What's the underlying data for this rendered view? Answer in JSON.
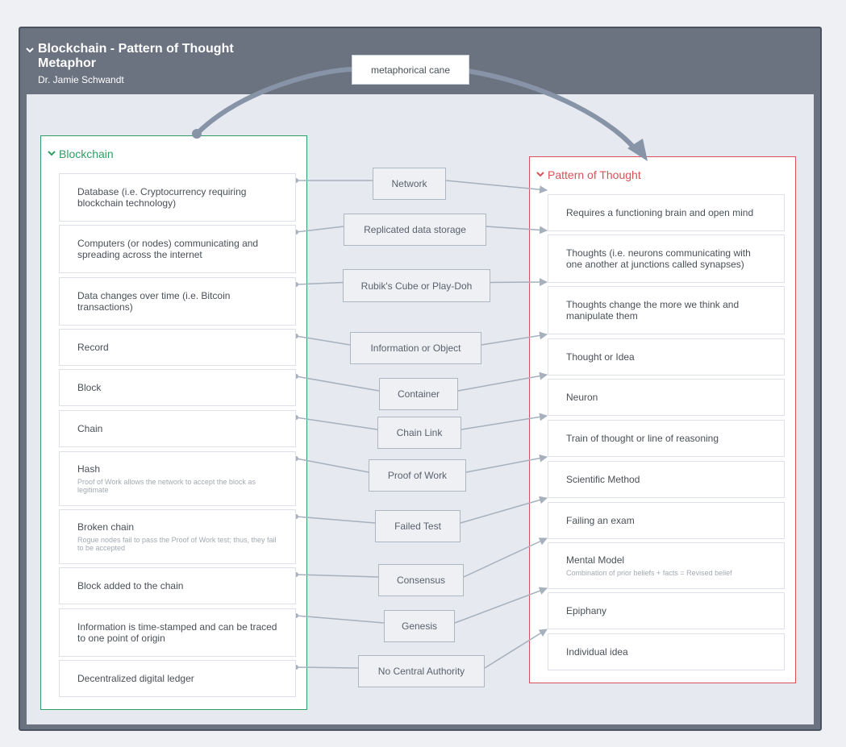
{
  "header": {
    "title": "Blockchain - Pattern of Thought Metaphor",
    "subtitle": "Dr. Jamie Schwandt"
  },
  "top_link": {
    "label": "metaphorical cane"
  },
  "left_group": {
    "title": "Blockchain",
    "items": [
      {
        "label": "Database (i.e. Cryptocurrency requiring blockchain technology)",
        "note": ""
      },
      {
        "label": "Computers (or nodes) communicating and spreading across the internet",
        "note": ""
      },
      {
        "label": "Data changes over time (i.e. Bitcoin transactions)",
        "note": ""
      },
      {
        "label": "Record",
        "note": ""
      },
      {
        "label": "Block",
        "note": ""
      },
      {
        "label": "Chain",
        "note": ""
      },
      {
        "label": "Hash",
        "note": "Proof of Work allows the network to accept the block as legitimate"
      },
      {
        "label": "Broken chain",
        "note": "Rogue nodes fail to pass the Proof of Work test; thus, they fail to be accepted"
      },
      {
        "label": "Block added to the chain",
        "note": ""
      },
      {
        "label": "Information is time-stamped and can be traced to one point of origin",
        "note": ""
      },
      {
        "label": "Decentralized digital ledger",
        "note": ""
      }
    ]
  },
  "right_group": {
    "title": "Pattern of Thought",
    "items": [
      {
        "label": "Requires a functioning brain and open mind",
        "note": ""
      },
      {
        "label": "Thoughts (i.e. neurons communicating with one another at junctions called synapses)",
        "note": ""
      },
      {
        "label": "Thoughts change the more we think and manipulate them",
        "note": ""
      },
      {
        "label": "Thought or Idea",
        "note": ""
      },
      {
        "label": "Neuron",
        "note": ""
      },
      {
        "label": "Train of thought or line of reasoning",
        "note": ""
      },
      {
        "label": "Scientific Method",
        "note": ""
      },
      {
        "label": "Failing an exam",
        "note": ""
      },
      {
        "label": "Mental Model",
        "note": "Combination of prior beliefs + facts = Revised belief"
      },
      {
        "label": "Epiphany",
        "note": ""
      },
      {
        "label": "Individual idea",
        "note": ""
      }
    ]
  },
  "links": [
    "Network",
    "Replicated data storage",
    "Rubik's Cube or Play-Doh",
    "Information or Object",
    "Container",
    "Chain Link",
    "Proof of Work",
    "Failed Test",
    "Consensus",
    "Genesis",
    "No Central Authority"
  ],
  "colors": {
    "left_accent": "#2f9e63",
    "right_accent": "#d9505a",
    "frame": "#6b7280",
    "connector": "#a7b0bd",
    "cane": "#8794a7"
  },
  "icons": {
    "collapse": "chevron-down-icon"
  }
}
